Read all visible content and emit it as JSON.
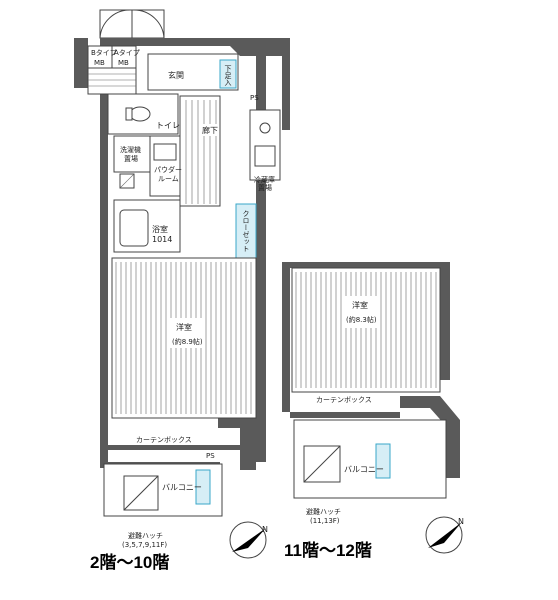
{
  "labels": {
    "b_type": "Bタイプ",
    "a_type": "Aタイプ",
    "mb1": "MB",
    "mb2": "MB",
    "entrance": "玄関",
    "shoe_box": "下足入",
    "toilet": "トイレ",
    "ps1": "PS",
    "hallway": "廊下",
    "washer_line1": "洗濯機",
    "washer_line2": "置場",
    "powder_line1": "パウダー",
    "powder_line2": "ルーム",
    "fridge_line1": "冷蔵庫",
    "fridge_line2": "置場",
    "bath": "浴室",
    "bath_size": "1014",
    "closet": "クローゼット",
    "western_room_lower": "洋室",
    "western_room_lower_size": "(約8.9帖)",
    "curtain_box_lower": "カーテンボックス",
    "ps2": "PS",
    "balcony_lower": "バルコニー",
    "hatch_lower_line1": "避難ハッチ",
    "hatch_lower_line2": "(3,5,7,9,11F)",
    "western_room_upper": "洋室",
    "western_room_upper_size": "(約8.3帖)",
    "curtain_box_upper": "カーテンボックス",
    "balcony_upper": "バルコニー",
    "hatch_upper_line1": "避難ハッチ",
    "hatch_upper_line2": "(11,13F)"
  },
  "compass": {
    "north_mark": "N"
  },
  "captions": {
    "lower_floors": "2階～10階",
    "upper_floors": "11階～12階"
  }
}
